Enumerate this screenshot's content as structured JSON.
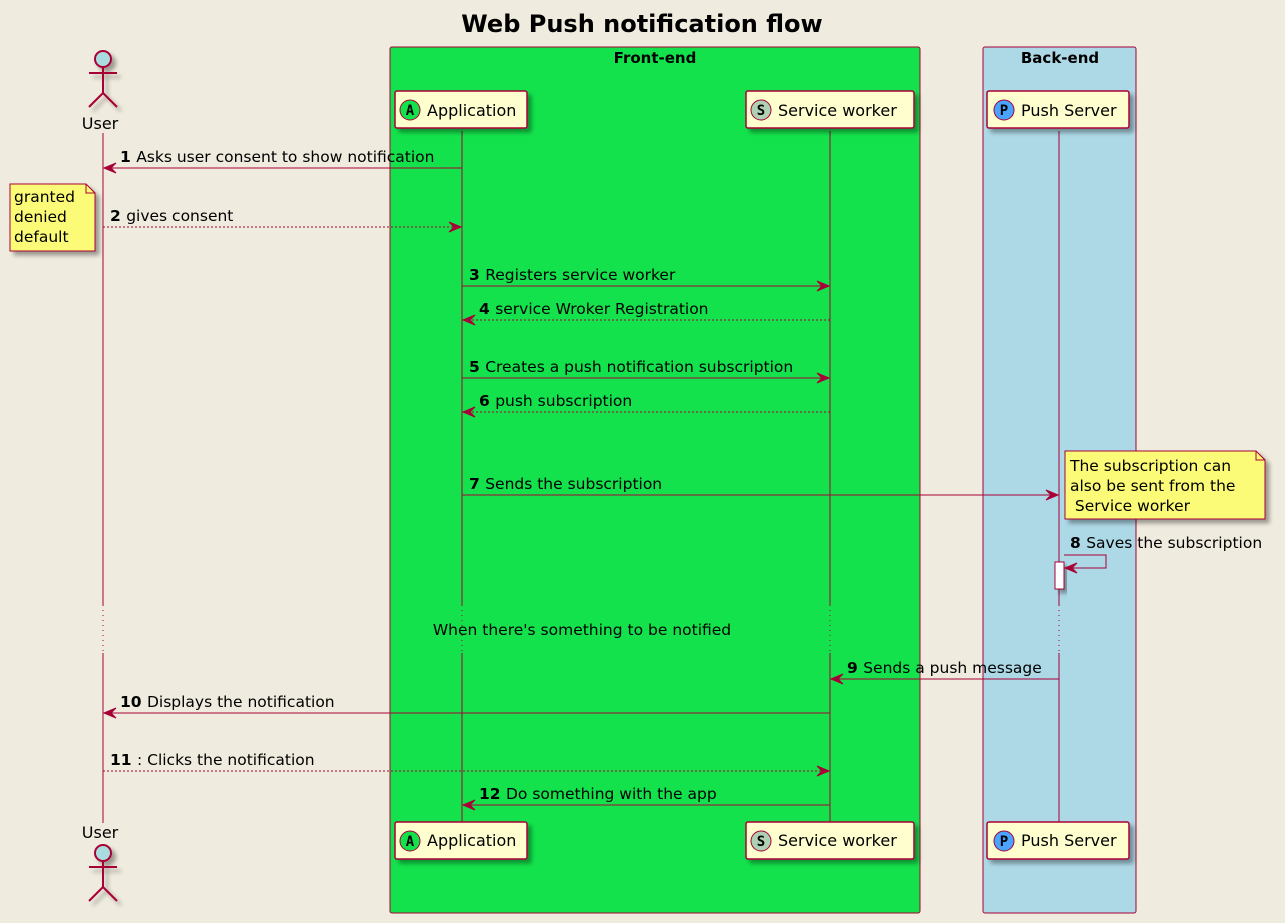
{
  "diagram": {
    "title": "Web Push notification flow",
    "colors": {
      "background": "#EFEBDE",
      "line": "#A80036",
      "participant_fill": "#FEFECE",
      "note_fill": "#FBFB77",
      "frontend_box": "#13E24C",
      "backend_box": "#ADD8E6",
      "actor_head": "#A9DCDF",
      "glyph_A": "#13E24C",
      "glyph_S": "#ADD1B2",
      "glyph_P": "#4AA3FF"
    },
    "boxes": [
      {
        "id": "frontend",
        "label": "Front-end"
      },
      {
        "id": "backend",
        "label": "Back-end"
      }
    ],
    "participants": [
      {
        "id": "user",
        "type": "actor",
        "label": "User"
      },
      {
        "id": "app",
        "type": "participant",
        "label": "Application",
        "glyph": "A"
      },
      {
        "id": "sw",
        "type": "participant",
        "label": "Service worker",
        "glyph": "S"
      },
      {
        "id": "push",
        "type": "participant",
        "label": "Push Server",
        "glyph": "P"
      }
    ],
    "messages": [
      {
        "num": "1",
        "text": "Asks user consent to show notification",
        "from": "app",
        "to": "user",
        "style": "solid"
      },
      {
        "num": "2",
        "text": "gives consent",
        "from": "user",
        "to": "app",
        "style": "dashed"
      },
      {
        "num": "3",
        "text": "Registers service worker",
        "from": "app",
        "to": "sw",
        "style": "solid"
      },
      {
        "num": "4",
        "text": "service Wroker Registration",
        "from": "sw",
        "to": "app",
        "style": "dashed"
      },
      {
        "num": "5",
        "text": "Creates a push notification subscription",
        "from": "app",
        "to": "sw",
        "style": "solid"
      },
      {
        "num": "6",
        "text": "push subscription",
        "from": "sw",
        "to": "app",
        "style": "dashed"
      },
      {
        "num": "7",
        "text": "Sends the subscription",
        "from": "app",
        "to": "push",
        "style": "solid"
      },
      {
        "num": "8",
        "text": "Saves the subscription",
        "from": "push",
        "to": "push",
        "style": "solid"
      },
      {
        "num": "9",
        "text": "Sends a push message",
        "from": "push",
        "to": "sw",
        "style": "solid"
      },
      {
        "num": "10",
        "text": "Displays the notification",
        "from": "sw",
        "to": "user",
        "style": "solid"
      },
      {
        "num": "11",
        "text": ": Clicks the notification",
        "from": "user",
        "to": "sw",
        "style": "dashed"
      },
      {
        "num": "12",
        "text": "Do something with the app",
        "from": "sw",
        "to": "app",
        "style": "solid"
      }
    ],
    "notes": [
      {
        "id": "consent-states",
        "lines": [
          "granted",
          "denied",
          "default"
        ]
      },
      {
        "id": "subscription-note",
        "lines": [
          "The subscription can",
          "also be sent from the",
          " Service worker"
        ]
      }
    ],
    "delay": {
      "text": "When there's something to be notified"
    }
  }
}
